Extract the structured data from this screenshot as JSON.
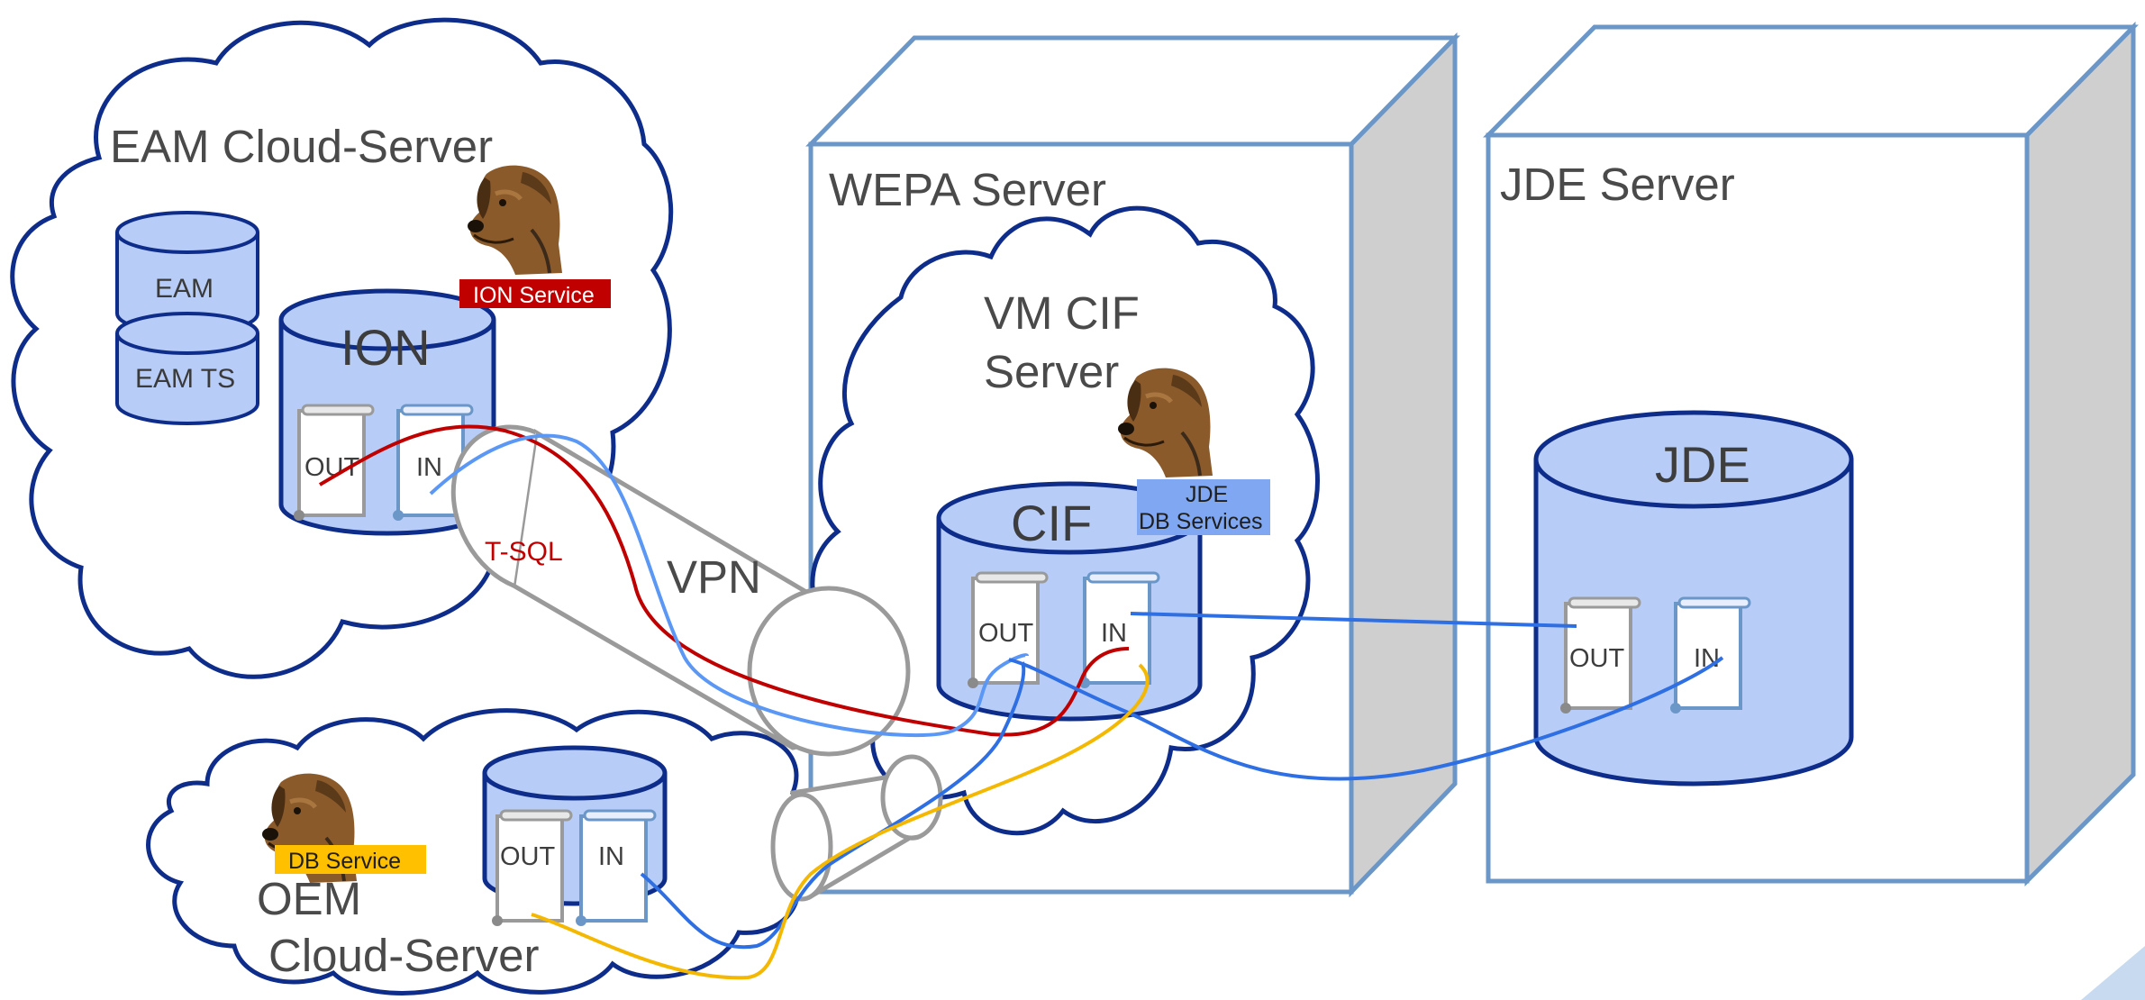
{
  "labels": {
    "eam_cloud": "EAM Cloud-Server",
    "wepa_server": "WEPA Server",
    "jde_server": "JDE Server",
    "vm_cif_line1": "VM CIF",
    "vm_cif_line2": "Server",
    "oem_line1": "OEM",
    "oem_line2": "Cloud-Server",
    "vpn": "VPN",
    "tsql": "T-SQL"
  },
  "databases": {
    "eam": "EAM",
    "eam_ts": "EAM TS",
    "ion": "ION",
    "cif": "CIF",
    "jde": "JDE"
  },
  "docs": {
    "out": "OUT",
    "in": "IN"
  },
  "badges": {
    "ion_service": "ION Service",
    "jde_db_line1": "JDE",
    "jde_db_line2": "DB Services",
    "db_service": "DB Service"
  },
  "colors": {
    "db_fill": "#b7cdf7",
    "db_stroke": "#0e2d8a",
    "cloud_stroke": "#0e2d8a",
    "server_stroke": "#6b97c8",
    "server_side": "#cfcfcf",
    "tsql_line": "#c00000",
    "blue_line": "#2f6fe4",
    "light_blue_line": "#5b98f5",
    "yellow_line": "#f5b800",
    "ion_badge": "#c00000",
    "jde_badge": "#7fa7f2",
    "db_service_badge": "#ffc000"
  },
  "icons": [
    "dog-mascot-icon",
    "scroll-document-icon"
  ]
}
